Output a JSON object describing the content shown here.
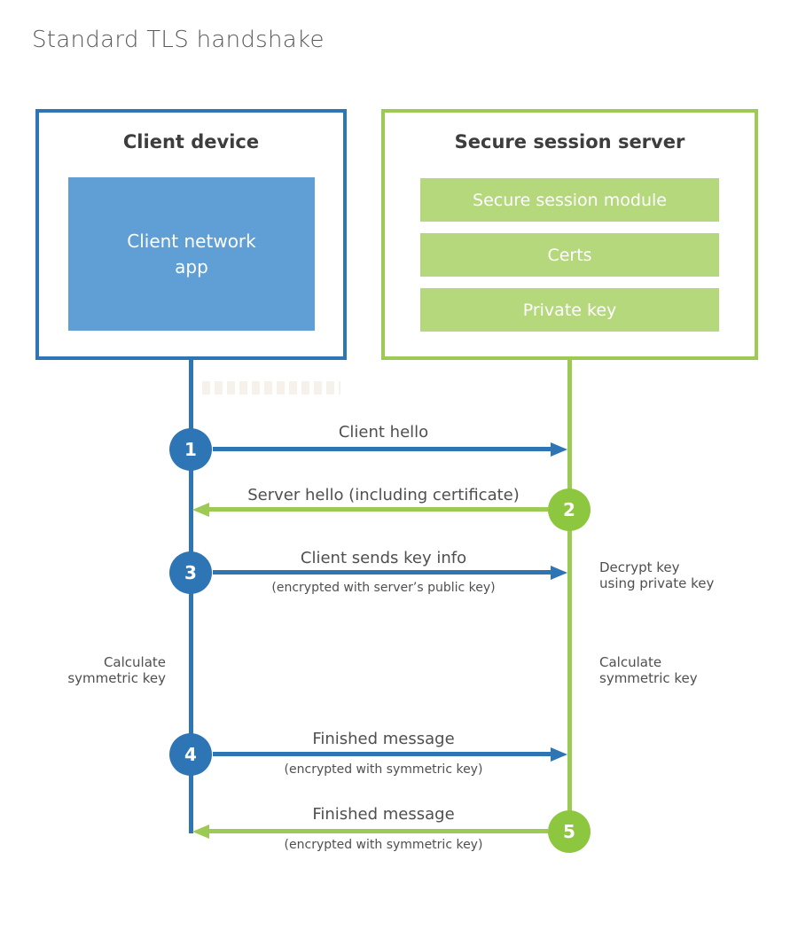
{
  "title": "Standard TLS handshake",
  "client": {
    "title": "Client device",
    "app_label": "Client network app"
  },
  "server": {
    "title": "Secure session server",
    "modules": [
      "Secure session module",
      "Certs",
      "Private key"
    ]
  },
  "steps": [
    {
      "num": "1",
      "label": "Client hello",
      "direction": "client-to-server"
    },
    {
      "num": "2",
      "label": "Server hello (including certificate)",
      "direction": "server-to-client"
    },
    {
      "num": "3",
      "label": "Client sends key info",
      "sub": "(encrypted with server’s public key)",
      "direction": "client-to-server"
    },
    {
      "num": "4",
      "label": "Finished message",
      "sub": "(encrypted with symmetric key)",
      "direction": "client-to-server"
    },
    {
      "num": "5",
      "label": "Finished message",
      "sub": "(encrypted with symmetric key)",
      "direction": "server-to-client"
    }
  ],
  "notes": {
    "decrypt": "Decrypt key using private key",
    "calculate_left": "Calculate symmetric key",
    "calculate_right": "Calculate symmetric key"
  },
  "colors": {
    "client_blue": "#2e75b6",
    "client_fill_blue": "#5f9fd6",
    "server_green": "#9cca55",
    "server_circle_green": "#8dc63f",
    "server_fill_green": "#b5d87d",
    "heading_text": "#3d3d3d",
    "label_text": "#4f4f4f",
    "title_text": "#595959"
  }
}
